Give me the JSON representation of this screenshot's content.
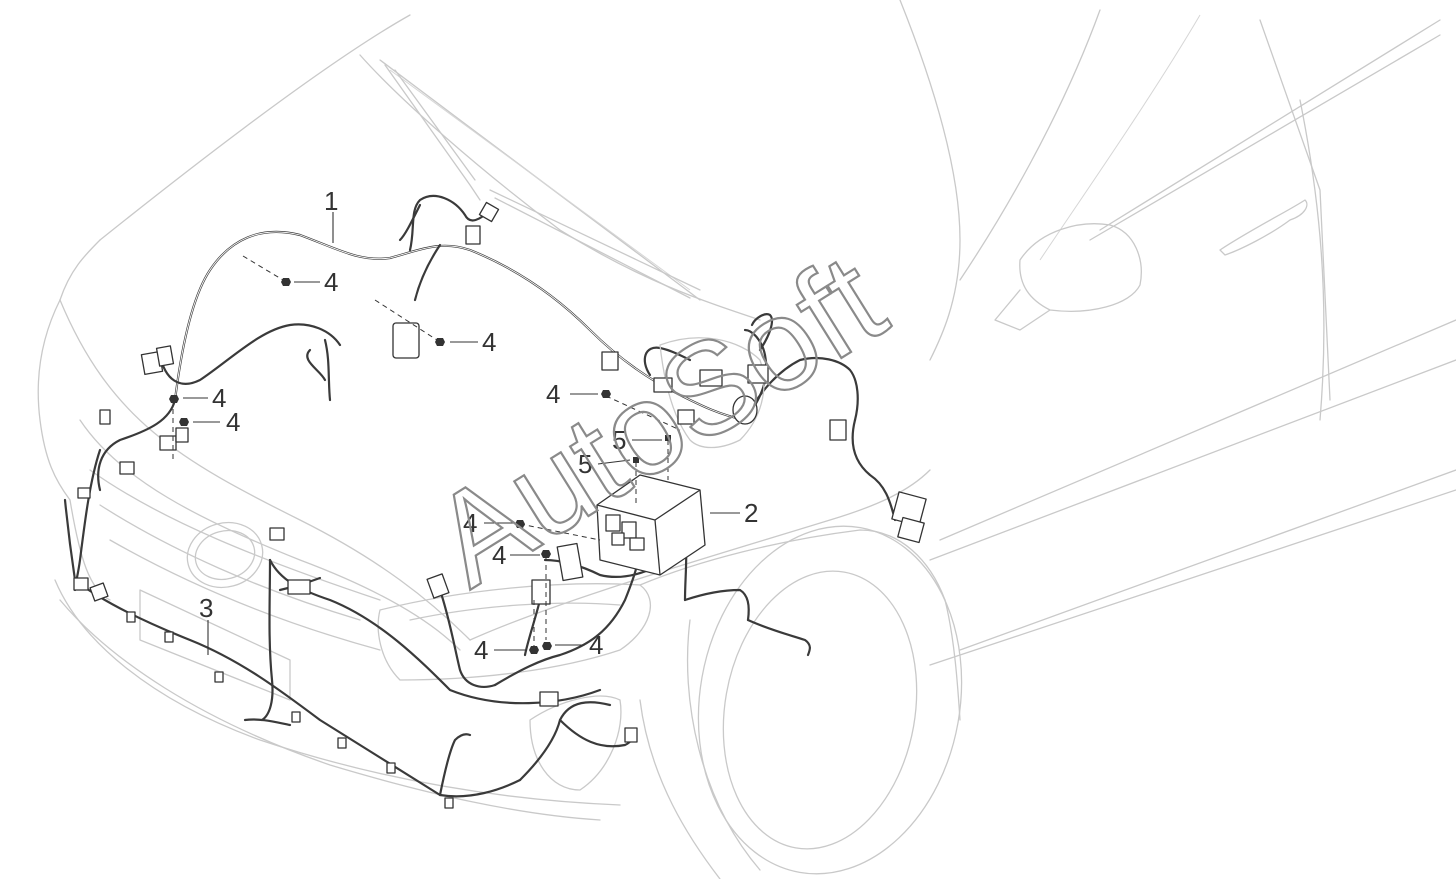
{
  "diagram": {
    "watermark": "AutoSoft",
    "callouts": [
      {
        "id": "c1",
        "label": "1"
      },
      {
        "id": "c2",
        "label": "2"
      },
      {
        "id": "c3",
        "label": "3"
      },
      {
        "id": "c4a",
        "label": "4"
      },
      {
        "id": "c4b",
        "label": "4"
      },
      {
        "id": "c4c",
        "label": "4"
      },
      {
        "id": "c4d",
        "label": "4"
      },
      {
        "id": "c4e",
        "label": "4"
      },
      {
        "id": "c4f",
        "label": "4"
      },
      {
        "id": "c4g",
        "label": "4"
      },
      {
        "id": "c4h",
        "label": "4"
      },
      {
        "id": "c4i",
        "label": "4"
      },
      {
        "id": "c5a",
        "label": "5"
      },
      {
        "id": "c5b",
        "label": "5"
      }
    ]
  }
}
